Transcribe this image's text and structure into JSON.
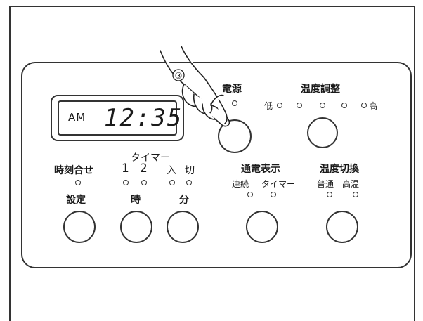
{
  "display": {
    "ampm": "AM",
    "time": "12:35"
  },
  "callout": "③",
  "labels": {
    "power": "電源",
    "temp_adjust": "温度調整",
    "low": "低",
    "high": "高",
    "timer": "タイマー",
    "clock_set": "時刻合せ",
    "t1": "1",
    "t2": "2",
    "on": "入",
    "off": "切",
    "setting": "設定",
    "hour": "時",
    "minute": "分",
    "energize_display": "通電表示",
    "continuous": "連続",
    "timer_mode": "タイマー",
    "temp_switch": "温度切換",
    "normal": "普通",
    "high_temp": "高温"
  },
  "icons": {
    "hand": "pointing-hand-icon"
  }
}
